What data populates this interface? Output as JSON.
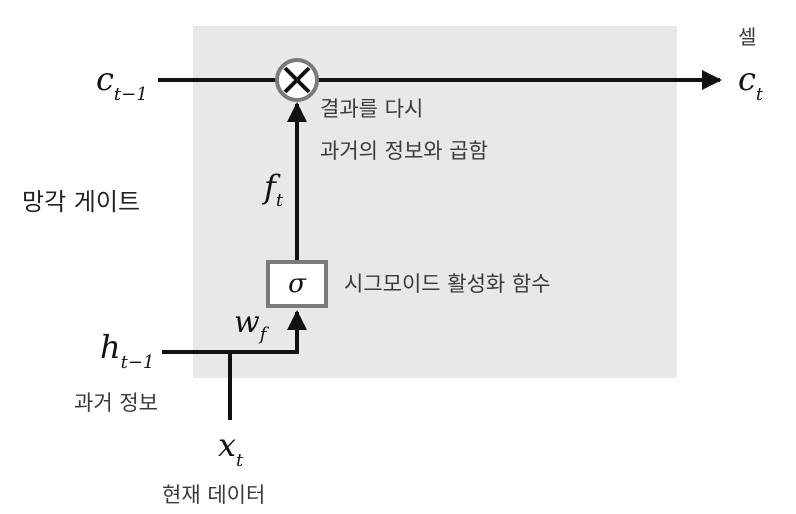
{
  "cell_label": "셀",
  "forget_gate_label": "망각 게이트",
  "multiply_note_line1": "결과를 다시",
  "multiply_note_line2": "과거의 정보와 곱함",
  "sigmoid_label": "시그모이드 활성화 함수",
  "past_info_label": "과거 정보",
  "current_data_label": "현재 데이터",
  "symbols": {
    "c_prev": {
      "base": "c",
      "sub": "t−1"
    },
    "c_curr": {
      "base": "c",
      "sub": "t"
    },
    "f_t": {
      "base": "f",
      "sub": "t"
    },
    "sigma": "σ",
    "w_f": {
      "base": "w",
      "sub": "f"
    },
    "h_prev": {
      "base": "h",
      "sub": "t−1"
    },
    "x_t": {
      "base": "x",
      "sub": "t"
    }
  },
  "multiply_symbol": "×",
  "colors": {
    "cell_background": "#e8e8e8",
    "line": "#111111",
    "sigmoid_border": "#7a7a7a",
    "label_text": "#3a3a3a"
  }
}
